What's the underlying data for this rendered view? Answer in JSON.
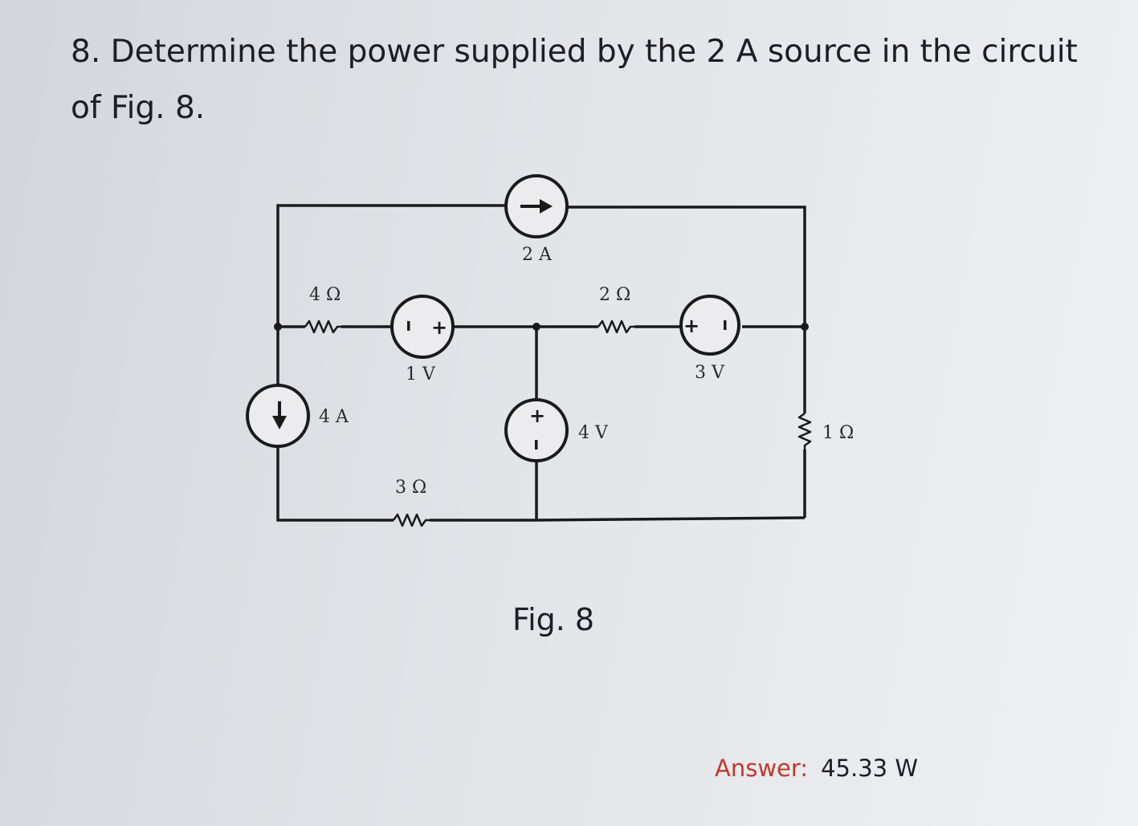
{
  "problem": {
    "text": "8. Determine the power supplied by the 2 A source in the circuit of Fig. 8."
  },
  "figure": {
    "caption": "Fig. 8",
    "labels": {
      "current_source_top": "2 A",
      "current_source_left": "4 A",
      "resistor_4": "4 Ω",
      "resistor_2": "2 Ω",
      "resistor_3": "3 Ω",
      "resistor_1": "1 Ω",
      "voltage_source_1": "1 V",
      "voltage_source_3": "3 V",
      "voltage_source_4": "4 V"
    },
    "signs": {
      "plus": "+",
      "minus": "-"
    }
  },
  "answer": {
    "label": "Answer:",
    "value": "45.33 W"
  }
}
